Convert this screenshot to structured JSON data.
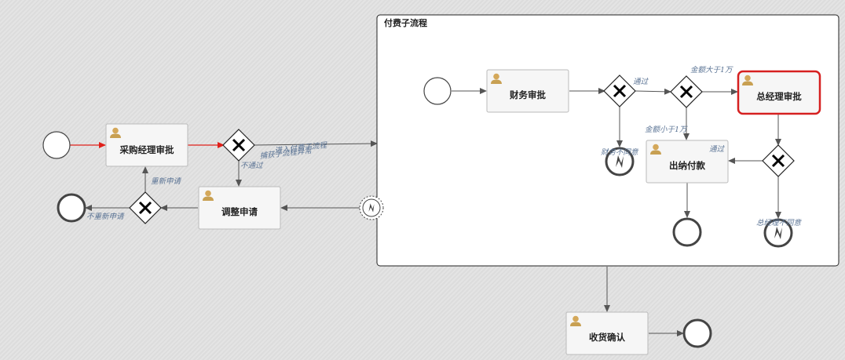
{
  "subprocess": {
    "title": "付费子流程"
  },
  "tasks": {
    "purchase_manager": "采购经理审批",
    "adjust_request": "调整申请",
    "finance": "财务审批",
    "gm": "总经理审批",
    "cashier": "出纳付款",
    "receipt": "收货确认"
  },
  "flows": {
    "enter_subprocess": "进入付费子流程",
    "catch_error": "捕获子流程异常",
    "not_pass": "不通过",
    "reapply": "重新申请",
    "no_reapply": "不重新申请",
    "pass_1": "通过",
    "amount_gt": "金额大于1万",
    "amount_lt": "金额小于1万",
    "finance_reject": "财务不同意",
    "pass_2": "通过",
    "gm_reject": "总经理不同意"
  },
  "colors": {
    "active_border": "#d62020",
    "active_flow": "#e0201a",
    "default_line": "#555555",
    "user_icon": "#c8a052"
  },
  "icons": {
    "user": "user-icon",
    "gateway": "exclusive-gateway-x-icon",
    "error": "error-lightning-icon"
  }
}
